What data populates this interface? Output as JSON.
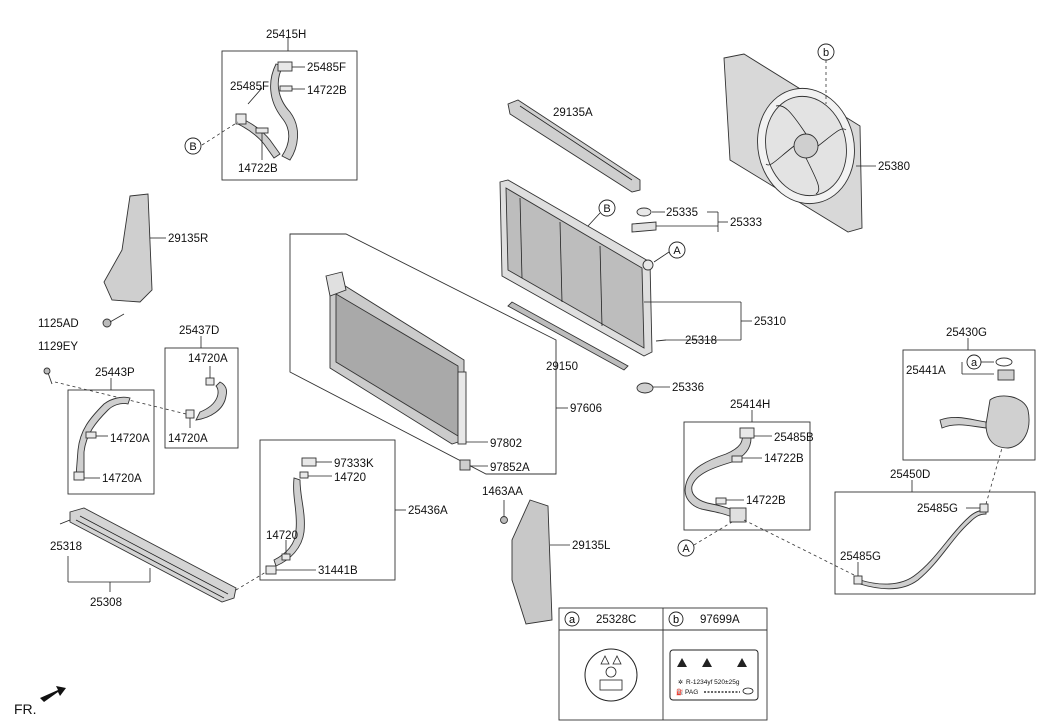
{
  "part_labels": {
    "p25415H": "25415H",
    "p25485F_a": "25485F",
    "p25485F_b": "25485F",
    "p14722B_a": "14722B",
    "p14722B_b": "14722B",
    "p29135A": "29135A",
    "p25335": "25335",
    "p25333": "25333",
    "p25380": "25380",
    "p29135R": "29135R",
    "p1125AD": "1125AD",
    "p25437D": "25437D",
    "p14720A_a": "14720A",
    "p14720A_b": "14720A",
    "p1129EY": "1129EY",
    "p25443P": "25443P",
    "p14720A_c": "14720A",
    "p14720A_d": "14720A",
    "p25310": "25310",
    "p25318_a": "25318",
    "p29150": "29150",
    "p25336": "25336",
    "p97606": "97606",
    "p97802": "97802",
    "p97852A": "97852A",
    "p25430G": "25430G",
    "p25441A": "25441A",
    "p25414H": "25414H",
    "p25485B": "25485B",
    "p14722B_c": "14722B",
    "p14722B_d": "14722B",
    "p97333K": "97333K",
    "p14720_a": "14720",
    "p25436A": "25436A",
    "p14720_b": "14720",
    "p31441B": "31441B",
    "p1463AA": "1463AA",
    "p29135L": "29135L",
    "p25450D": "25450D",
    "p25485G_a": "25485G",
    "p25485G_b": "25485G",
    "p25318_b": "25318",
    "p25308": "25308"
  },
  "callouts": {
    "B": "B",
    "A": "A",
    "a": "a",
    "b": "b"
  },
  "legend": {
    "a_letter": "a",
    "a_part": "25328C",
    "b_letter": "b",
    "b_part": "97699A",
    "label_refrigerant": "R-1234yf  520±25g",
    "label_oil": "PAG"
  },
  "footer": {
    "front_label": "FR."
  }
}
